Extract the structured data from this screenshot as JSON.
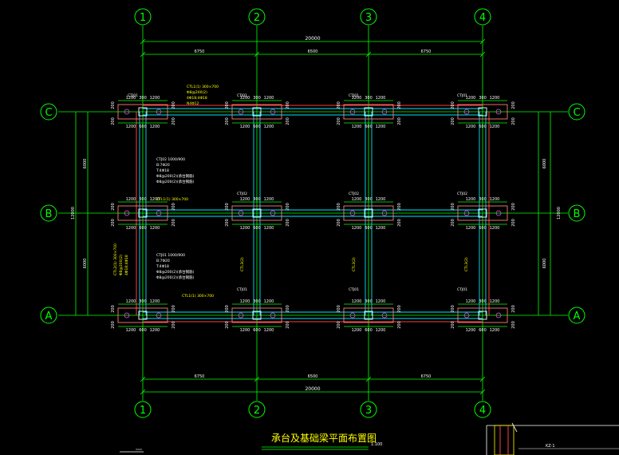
{
  "drawing": {
    "title": "承台及基础梁平面布置图",
    "scale": "1:100",
    "corner_label": "KZ-1"
  },
  "axes": {
    "columns": [
      "1",
      "2",
      "3",
      "4"
    ],
    "rows": [
      "C",
      "B",
      "A"
    ]
  },
  "dimensions": {
    "overall": "20000",
    "bays": [
      "6750",
      "6500",
      "6750"
    ],
    "side_total": "12000",
    "side_spans": [
      "6000",
      "6000"
    ],
    "cap_half": "1200",
    "cap_mid": "600",
    "col_offset": "300",
    "offset_200": "200"
  },
  "labels": {
    "cap_l1": "CTJ01",
    "cap_l2": "CTJ02",
    "beam_top": "CTL1(1) 300×700",
    "beam_top_a": "Φ8@200(2)",
    "beam_top_b": "4Φ18;4Φ18",
    "beam_top_c": "N4Φ12",
    "note_c2_1": "CTJ02 1000/900",
    "note_c2_2": "B:7Φ20",
    "note_c2_3": "T:4Φ18",
    "note_c2_4": "Φ8@200(2)(承台钢筋)",
    "note_c2_5": "Φ8@200(2)(承台钢筋)",
    "beam_b": "CTL1(1) 300×700",
    "note_c1_1": "CTJ01 1000/900",
    "note_c1_2": "B:7Φ20",
    "note_c1_3": "T:4Φ18",
    "note_c1_4": "Φ8@200(2)(承台钢筋)",
    "note_c1_5": "Φ8@200(2)(承台钢筋)",
    "beam_a": "CTL1(1) 300×700",
    "vbeam_1": "CTL2(1) 300×700",
    "vbeam_1a": "Φ8@200(2)",
    "vbeam_1b": "4Φ18;4Φ18",
    "vbeam_2": "CTL3(2)"
  }
}
